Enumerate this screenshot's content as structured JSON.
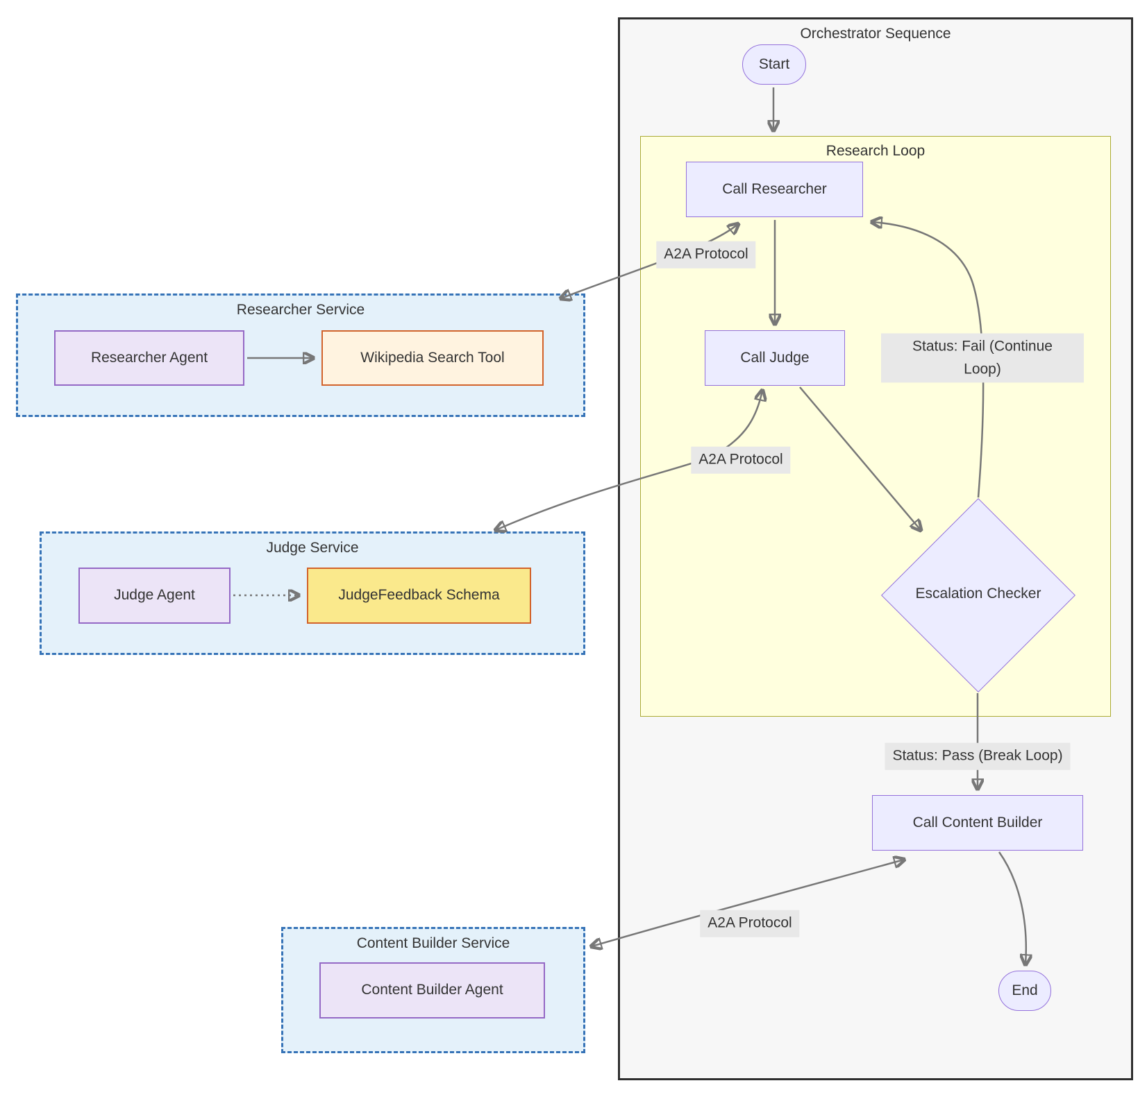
{
  "diagram": {
    "clusters": {
      "orchestrator": "Orchestrator Sequence",
      "research_loop": "Research Loop",
      "researcher_service": "Researcher Service",
      "judge_service": "Judge Service",
      "content_builder_service": "Content Builder Service"
    },
    "nodes": {
      "start": "Start",
      "call_researcher": "Call Researcher",
      "call_judge": "Call Judge",
      "escalation_checker": "Escalation Checker",
      "call_content_builder": "Call Content Builder",
      "end": "End",
      "researcher_agent": "Researcher Agent",
      "wikipedia_search_tool": "Wikipedia Search Tool",
      "judge_agent": "Judge Agent",
      "judgefeedback_schema": "JudgeFeedback Schema",
      "content_builder_agent": "Content Builder Agent"
    },
    "edge_labels": {
      "a2a_researcher": "A2A Protocol",
      "a2a_judge": "A2A Protocol",
      "a2a_content_builder": "A2A Protocol",
      "status_fail": "Status: Fail (Continue Loop)",
      "status_pass": "Status: Pass (Break Loop)"
    },
    "colors": {
      "node_fill": "#ECECFF",
      "node_border": "#9370DB",
      "agent_fill": "#ECE4F7",
      "agent_border": "#9468C5",
      "tool_fill": "#FFF3E0",
      "tool_border": "#D2622A",
      "schema_fill": "#FAE98C",
      "schema_border": "#D2622A",
      "research_loop_fill": "#FFFFDE",
      "research_loop_border": "#AAAA33",
      "orchestrator_fill": "#F7F7F7",
      "orchestrator_border": "#2F2F2F",
      "service_fill": "#E4F1FA",
      "service_border": "#3673B7",
      "edge_stroke": "#777777",
      "edge_label_bg": "#E8E8E8",
      "text": "#333333"
    }
  }
}
